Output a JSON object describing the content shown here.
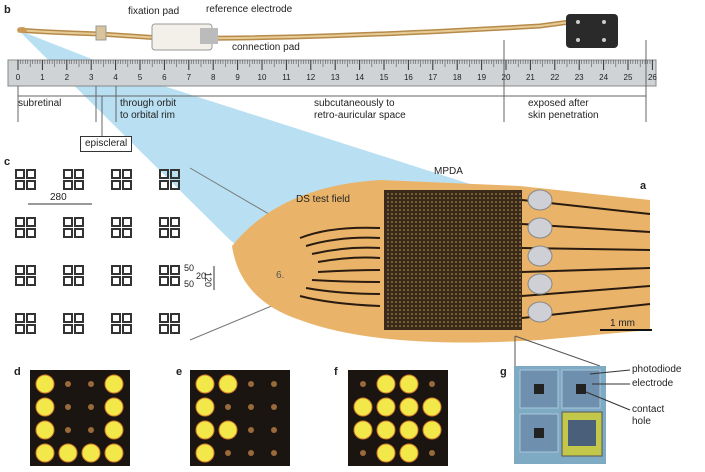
{
  "panels": {
    "a": "a",
    "b": "b",
    "c": "c",
    "d": "d",
    "e": "e",
    "f": "f",
    "g": "g"
  },
  "b": {
    "fixation_pad": "fixation pad",
    "reference_electrode": "reference electrode",
    "connection_pad": "connection pad",
    "ruler_ticks": [
      "0",
      "1",
      "2",
      "3",
      "4",
      "5",
      "6",
      "7",
      "8",
      "9",
      "10",
      "11",
      "12",
      "13",
      "14",
      "15",
      "16",
      "17",
      "18",
      "19",
      "20",
      "21",
      "22",
      "23",
      "24",
      "25",
      "26"
    ],
    "regions": [
      {
        "text": "subretinal"
      },
      {
        "text": "through orbit\nto orbital rim"
      },
      {
        "text": "subcutaneously to\nretro-auricular space"
      },
      {
        "text": "exposed after\nskin penetration"
      }
    ],
    "episcleral": "episcleral"
  },
  "c": {
    "pitch": "280",
    "dim_50a": "50",
    "dim_20": "20",
    "dim_50b": "50",
    "dim_120": "120"
  },
  "a": {
    "mpda": "MPDA",
    "ds_test_field": "DS test field",
    "scale": "1 mm",
    "marker": "6."
  },
  "g": {
    "photodiode": "photodiode",
    "electrode": "electrode",
    "contact_hole": "contact\nhole"
  },
  "colors": {
    "skyblue": "#b9dff2",
    "substrate": "#e9b46a",
    "chip": "#3a2a1a",
    "electrode": "#f2e84a",
    "chip_dark": "#1b1511"
  }
}
